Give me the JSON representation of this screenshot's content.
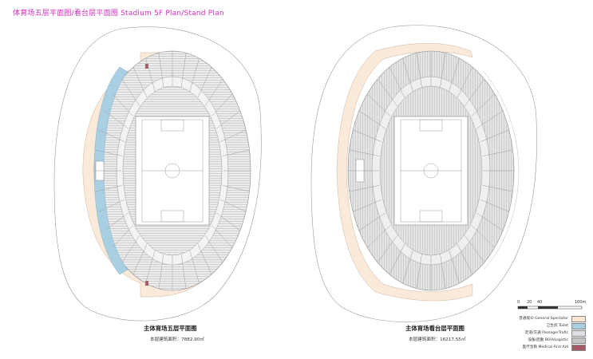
{
  "page_title": "体育场五层平面图/看台层平面图 Stadium 5F Plan/Stand Plan",
  "plans": [
    {
      "caption": "主体育场五层平面图",
      "area_label": "本层建筑面积：7882.90㎡"
    },
    {
      "caption": "主体育场看台层平面图",
      "area_label": "本层建筑面积：16217.55㎡"
    }
  ],
  "scale_bar": {
    "ticks": [
      "0",
      "20",
      "40",
      "100m"
    ]
  },
  "legend": [
    {
      "label": "普通观众 General Spectator",
      "color": "#fbe6d2"
    },
    {
      "label": "卫生间 Toilet",
      "color": "#a9cfe3"
    },
    {
      "label": "走道/交通 PassagerTrafic",
      "color": "#dfe0e6"
    },
    {
      "label": "设备/后勤 BOH/Logistic",
      "color": "#c3c3c6"
    },
    {
      "label": "医疗急救 Medical First Aid",
      "color": "#a35b66"
    }
  ]
}
